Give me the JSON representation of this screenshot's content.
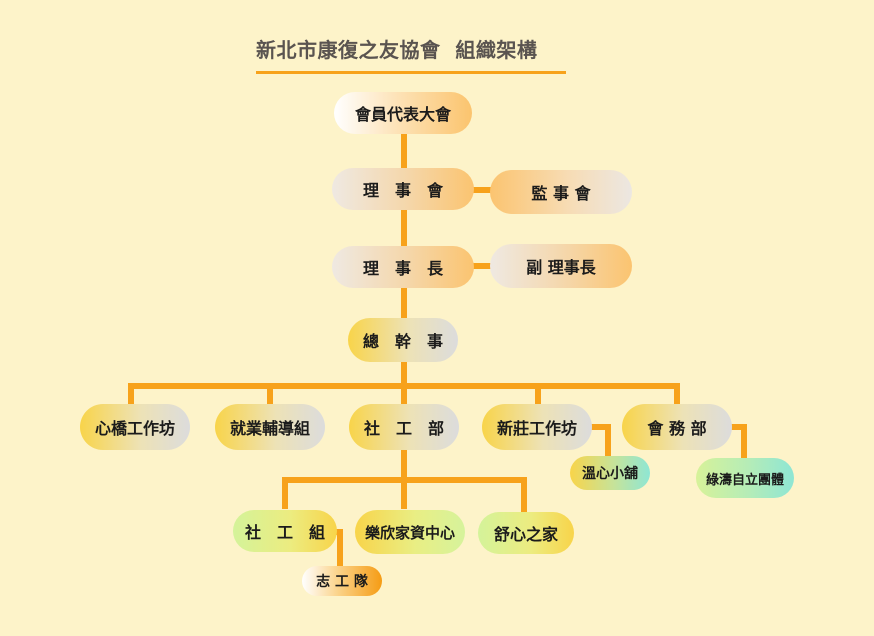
{
  "title": "新北市康復之友協會  組織架構",
  "nodes": {
    "assembly": "會員代表大會",
    "board": "理　事　會",
    "supervisors": "監 事 會",
    "chairman": "理　事　長",
    "vice_chairman": "副 理事長",
    "secretary_general": "總　幹　事",
    "workshop_heart_bridge": "心橋工作坊",
    "employment_guidance": "就業輔導組",
    "social_work_dept": "社　工　部",
    "xinzhuang_workshop": "新莊工作坊",
    "affairs_dept": "會 務 部",
    "warm_heart_shop": "溫心小舖",
    "lvtao_group": "綠濤自立團體",
    "social_work_group": "社　工　組",
    "lexin_center": "樂欣家資中心",
    "shuxin_home": "舒心之家",
    "volunteer_team": "志 工 隊"
  },
  "colors": {
    "connector": "#f7a21b",
    "background": "#fdf3c9",
    "title_text": "#5a5450"
  }
}
